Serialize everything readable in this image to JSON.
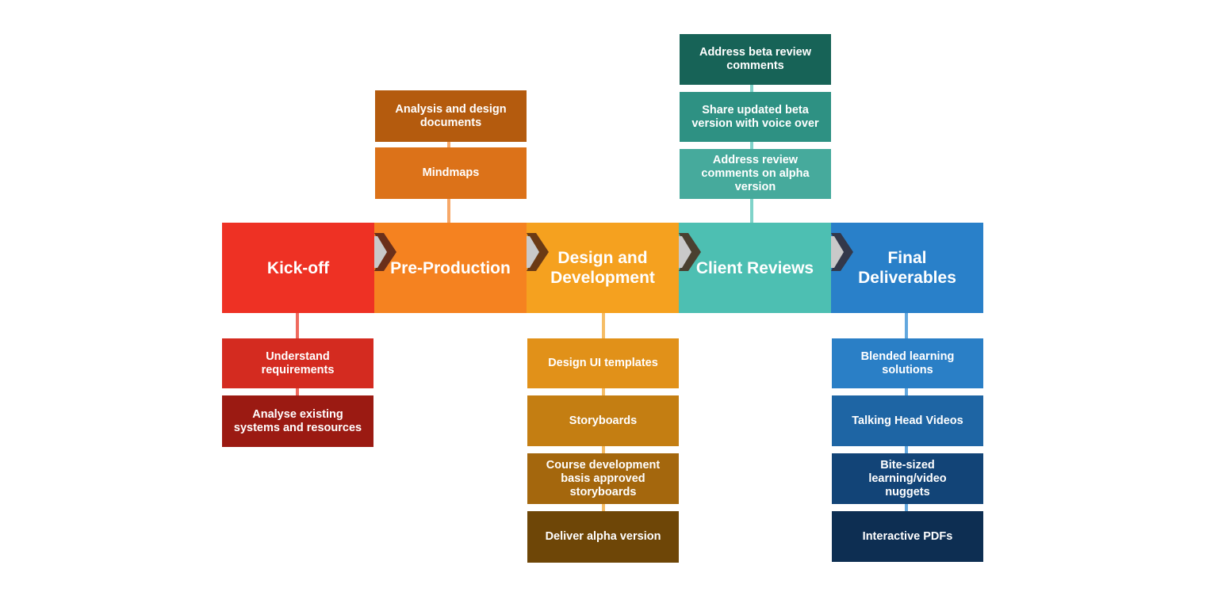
{
  "phases": [
    {
      "label": "Kick-off",
      "color": "#ee3124"
    },
    {
      "label": "Pre-Production",
      "color": "#f58220"
    },
    {
      "label": "Design and\nDevelopment",
      "color": "#f5a11f"
    },
    {
      "label": "Client Reviews",
      "color": "#4dbfb2"
    },
    {
      "label": "Final\nDeliverables",
      "color": "#2980c9"
    }
  ],
  "tasks": {
    "kickoff": [
      {
        "label": "Understand\nrequirements",
        "color": "#d42b20"
      },
      {
        "label": "Analyse existing\nsystems and resources",
        "color": "#9b1a12"
      }
    ],
    "preproduction": [
      {
        "label": "Analysis and design\ndocuments",
        "color": "#b45b0e"
      },
      {
        "label": "Mindmaps",
        "color": "#dc7219"
      }
    ],
    "design_development": [
      {
        "label": "Design UI templates",
        "color": "#e19119"
      },
      {
        "label": "Storyboards",
        "color": "#c47e12"
      },
      {
        "label": "Course development\nbasis approved\nstoryboards",
        "color": "#a4670d"
      },
      {
        "label": "Deliver alpha version",
        "color": "#6e4607"
      }
    ],
    "client_reviews": [
      {
        "label": "Address beta review\ncomments",
        "color": "#176357"
      },
      {
        "label": "Share updated beta\nversion with voice over",
        "color": "#2e9183"
      },
      {
        "label": "Address review\ncomments on alpha\nversion",
        "color": "#46aa9c"
      }
    ],
    "final_deliverables": [
      {
        "label": "Blended learning\nsolutions",
        "color": "#2a7fc6"
      },
      {
        "label": "Talking Head Videos",
        "color": "#1e65a4"
      },
      {
        "label": "Bite-sized\nlearning/video\nnuggets",
        "color": "#124477"
      },
      {
        "label": "Interactive PDFs",
        "color": "#0d2e52"
      }
    ]
  }
}
